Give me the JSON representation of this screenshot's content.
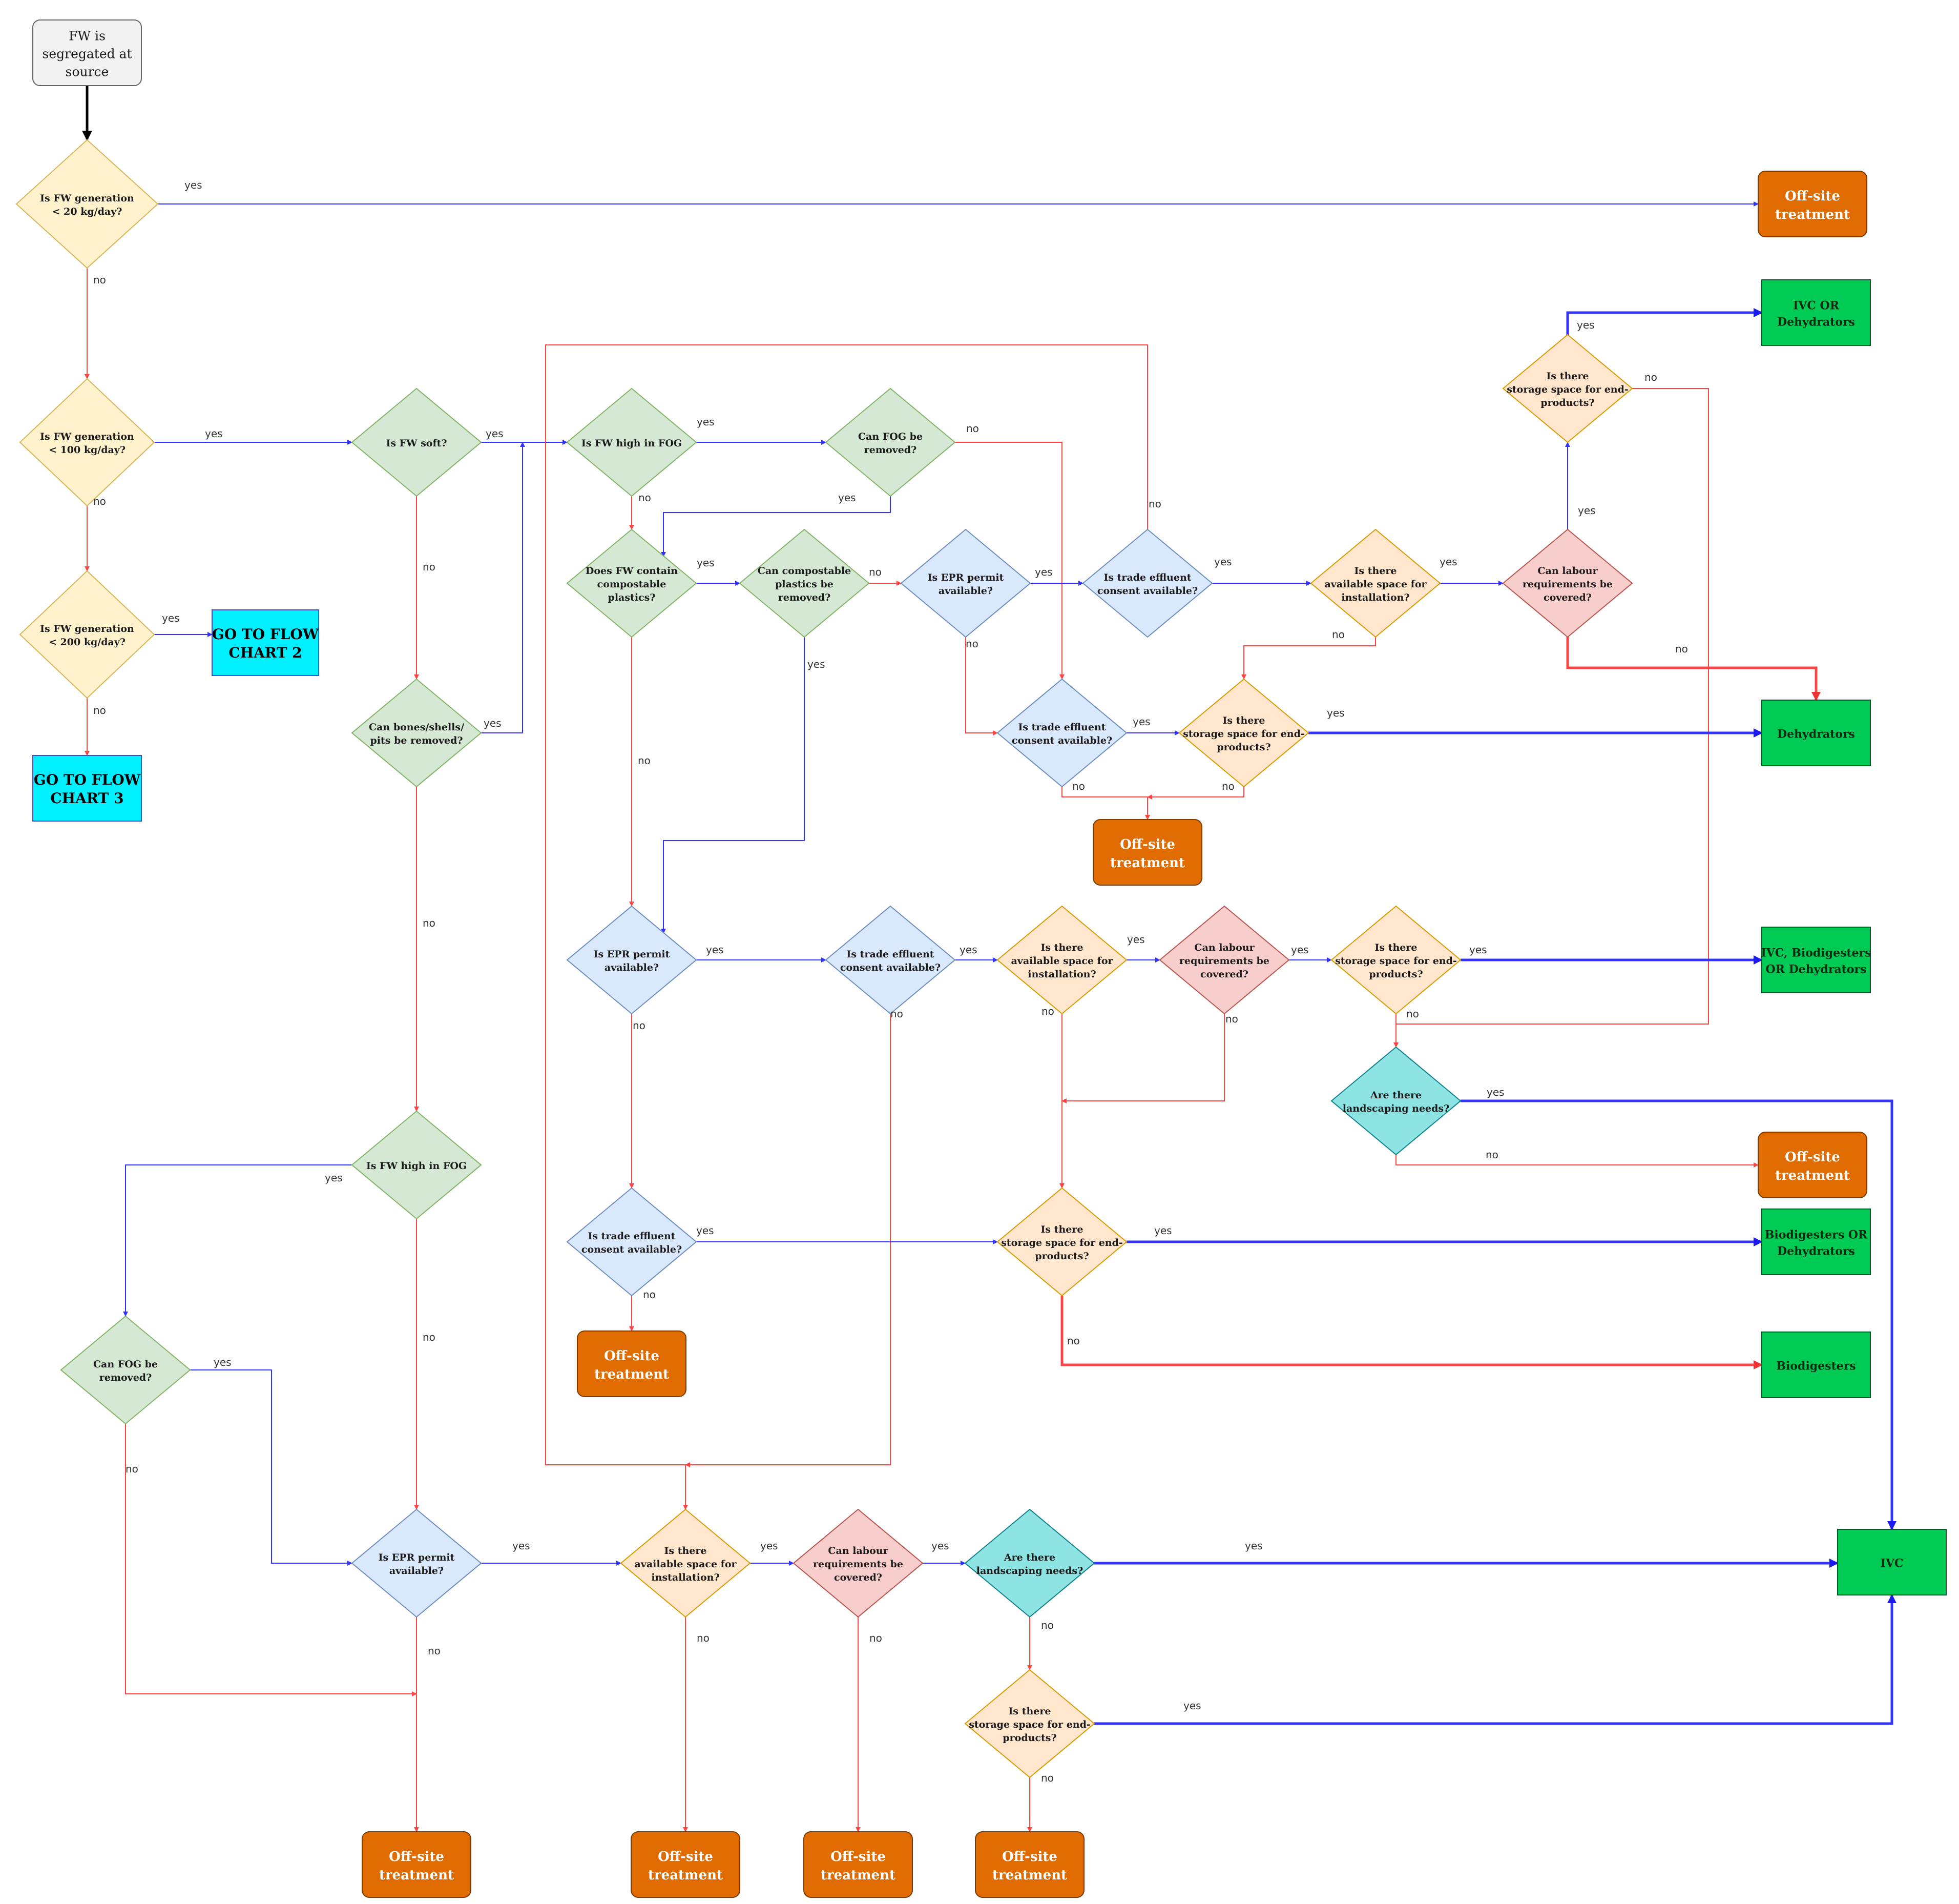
{
  "colors": {
    "start_fill": "#f2f2f2",
    "start_stroke": "#666666",
    "yellow_fill": "#fff2cc",
    "yellow_stroke": "#d6b656",
    "green_fill": "#d5e8d4",
    "green_stroke": "#82b366",
    "blue_fill": "#dae8fc",
    "blue_stroke": "#6c8ebf",
    "orange_fill": "#ffe6cc",
    "orange_stroke": "#d79b00",
    "pink_fill": "#f8cecc",
    "pink_stroke": "#b85450",
    "teal_fill": "#8ee3e3",
    "teal_stroke": "#0e8088",
    "offsite_fill": "#e06b00",
    "offsite_stroke": "#7a3a00",
    "result_fill": "#00cc55",
    "result_stroke": "#005c26",
    "goto_fill": "#00f0ff",
    "goto_stroke": "#3355cc",
    "yes_edge": "#3333ff",
    "no_edge": "#ff4444",
    "start_edge": "#000000"
  },
  "edge_labels": {
    "yes": "yes",
    "no": "no"
  },
  "nodes": {
    "start": [
      "FW is",
      "segregated at",
      "source"
    ],
    "q_lt20": [
      "Is FW generation",
      "< 20 kg/day?"
    ],
    "q_lt100": [
      "Is FW generation",
      "< 100 kg/day?"
    ],
    "q_lt200": [
      "Is FW generation",
      "< 200 kg/day?"
    ],
    "goto2": [
      "GO TO FLOW",
      "CHART 2"
    ],
    "goto3": [
      "GO TO FLOW",
      "CHART 3"
    ],
    "q_soft": [
      "Is FW soft?"
    ],
    "q_bones": [
      "Can bones/shells/",
      "pits be removed?"
    ],
    "q_fog_left": [
      "Is FW high in FOG"
    ],
    "q_fogrem_left": [
      "Can FOG be",
      "removed?"
    ],
    "q_epr_bottom": [
      "Is EPR permit",
      "available?"
    ],
    "q_space_bottom": [
      "Is there",
      "available space for",
      "installation?"
    ],
    "q_labour_bottom": [
      "Can labour",
      "requirements be",
      "covered?"
    ],
    "q_land_bottom": [
      "Are there",
      "landscaping needs?"
    ],
    "q_storage_bottom": [
      "Is there",
      "storage space for end-",
      "products?"
    ],
    "q_fog_top": [
      "Is FW high in FOG"
    ],
    "q_fogrem_top": [
      "Can FOG be",
      "removed?"
    ],
    "q_compost": [
      "Does FW contain",
      "compostable",
      "plastics?"
    ],
    "q_comprem": [
      "Can compostable",
      "plastics be",
      "removed?"
    ],
    "q_epr_top": [
      "Is EPR permit",
      "available?"
    ],
    "q_trade_top": [
      "Is trade effluent",
      "consent available?"
    ],
    "q_space_top": [
      "Is there",
      "available space for",
      "installation?"
    ],
    "q_labour_top": [
      "Can labour",
      "requirements be",
      "covered?"
    ],
    "q_storage_top": [
      "Is there",
      "storage space for end-",
      "products?"
    ],
    "q_trade_r2": [
      "Is trade effluent",
      "consent available?"
    ],
    "q_storage_r2": [
      "Is there",
      "storage space for end-",
      "products?"
    ],
    "q_epr_mid": [
      "Is EPR permit",
      "available?"
    ],
    "q_trade_mid": [
      "Is trade effluent",
      "consent available?"
    ],
    "q_space_mid": [
      "Is there",
      "available space for",
      "installation?"
    ],
    "q_labour_mid": [
      "Can labour",
      "requirements be",
      "covered?"
    ],
    "q_storage_mid": [
      "Is there",
      "storage space for end-",
      "products?"
    ],
    "q_land_mid": [
      "Are there",
      "landscaping needs?"
    ],
    "q_trade_low": [
      "Is trade effluent",
      "consent available?"
    ],
    "q_storage_low": [
      "Is there",
      "storage space for end-",
      "products?"
    ],
    "off_top": [
      "Off-site",
      "treatment"
    ],
    "off_r2": [
      "Off-site",
      "treatment"
    ],
    "off_mid": [
      "Off-site",
      "treatment"
    ],
    "off_low": [
      "Off-site",
      "treatment"
    ],
    "off_b1": [
      "Off-site",
      "treatment"
    ],
    "off_b2": [
      "Off-site",
      "treatment"
    ],
    "off_b3": [
      "Off-site",
      "treatment"
    ],
    "off_b4": [
      "Off-site",
      "treatment"
    ],
    "res_ivc_dehyd": [
      "IVC OR",
      "Dehydrators"
    ],
    "res_dehyd": [
      "Dehydrators"
    ],
    "res_ivc_bio_dehyd": [
      "IVC, Biodigesters",
      "OR Dehydrators"
    ],
    "res_bio_dehyd": [
      "Biodigesters OR",
      "Dehydrators"
    ],
    "res_bio": [
      "Biodigesters"
    ],
    "res_ivc": [
      "IVC"
    ]
  }
}
